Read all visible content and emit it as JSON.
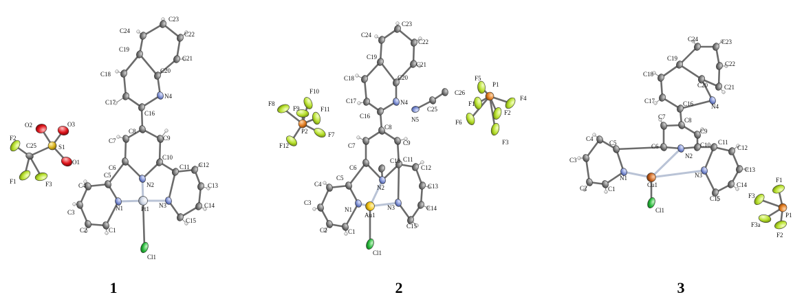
{
  "colors": {
    "carbon": "#707070",
    "nitrogen": "#7d8fd1",
    "hydrogen": "#e9e9e9",
    "chlorine": "#27b83a",
    "fluorine": "#b7e02d",
    "oxygen": "#e0151c",
    "sulfur": "#d8b21a",
    "phosphorus": "#e07b20",
    "platinum": "#cfd6e4",
    "gold": "#f2c418",
    "copper": "#c8621e"
  },
  "structures": [
    {
      "number": "1",
      "counterion": [
        "F2",
        "C25",
        "S1",
        "O2",
        "O3",
        "O1",
        "F1",
        "F3"
      ],
      "atoms": [
        "C23",
        "C24",
        "C22",
        "C19",
        "C21",
        "C18",
        "C20",
        "N4",
        "C17",
        "C16",
        "C8",
        "C7",
        "C9",
        "C6",
        "C10",
        "C11",
        "C12",
        "C5",
        "N2",
        "C13",
        "C4",
        "C14",
        "C3",
        "N1",
        "Pt1",
        "N3",
        "C15",
        "C2",
        "C1",
        "Cl1"
      ]
    },
    {
      "number": "2",
      "counterion": [
        "F10",
        "F8",
        "F9",
        "F11",
        "P2",
        "F7",
        "F12"
      ],
      "solvent": [
        "N5",
        "C25",
        "C26"
      ],
      "counterion2": [
        "F5",
        "P1",
        "F1",
        "F4",
        "F2",
        "F6",
        "F3"
      ],
      "atoms": [
        "C23",
        "C24",
        "C22",
        "C19",
        "C21",
        "C18",
        "C20",
        "C17",
        "N4",
        "C16",
        "C8",
        "C7",
        "C9",
        "C6",
        "C11",
        "C10",
        "C12",
        "N2",
        "C5",
        "C13",
        "C4",
        "C3",
        "N3",
        "N1",
        "Au1",
        "C14",
        "C15",
        "C2",
        "C1",
        "Cl1"
      ]
    },
    {
      "number": "3",
      "counterion": [
        "F1",
        "F3",
        "P1",
        "F3a",
        "F2"
      ],
      "atoms": [
        "C24",
        "C23",
        "C19",
        "C22",
        "C18",
        "C20",
        "C21",
        "N4",
        "C17",
        "C16",
        "C7",
        "C8",
        "C6",
        "C9",
        "C4",
        "C5",
        "C11",
        "N2",
        "C10",
        "C12",
        "C3",
        "N1",
        "N3",
        "C13",
        "C2",
        "C1",
        "Cu1",
        "C14",
        "C15",
        "Cl1"
      ]
    }
  ]
}
